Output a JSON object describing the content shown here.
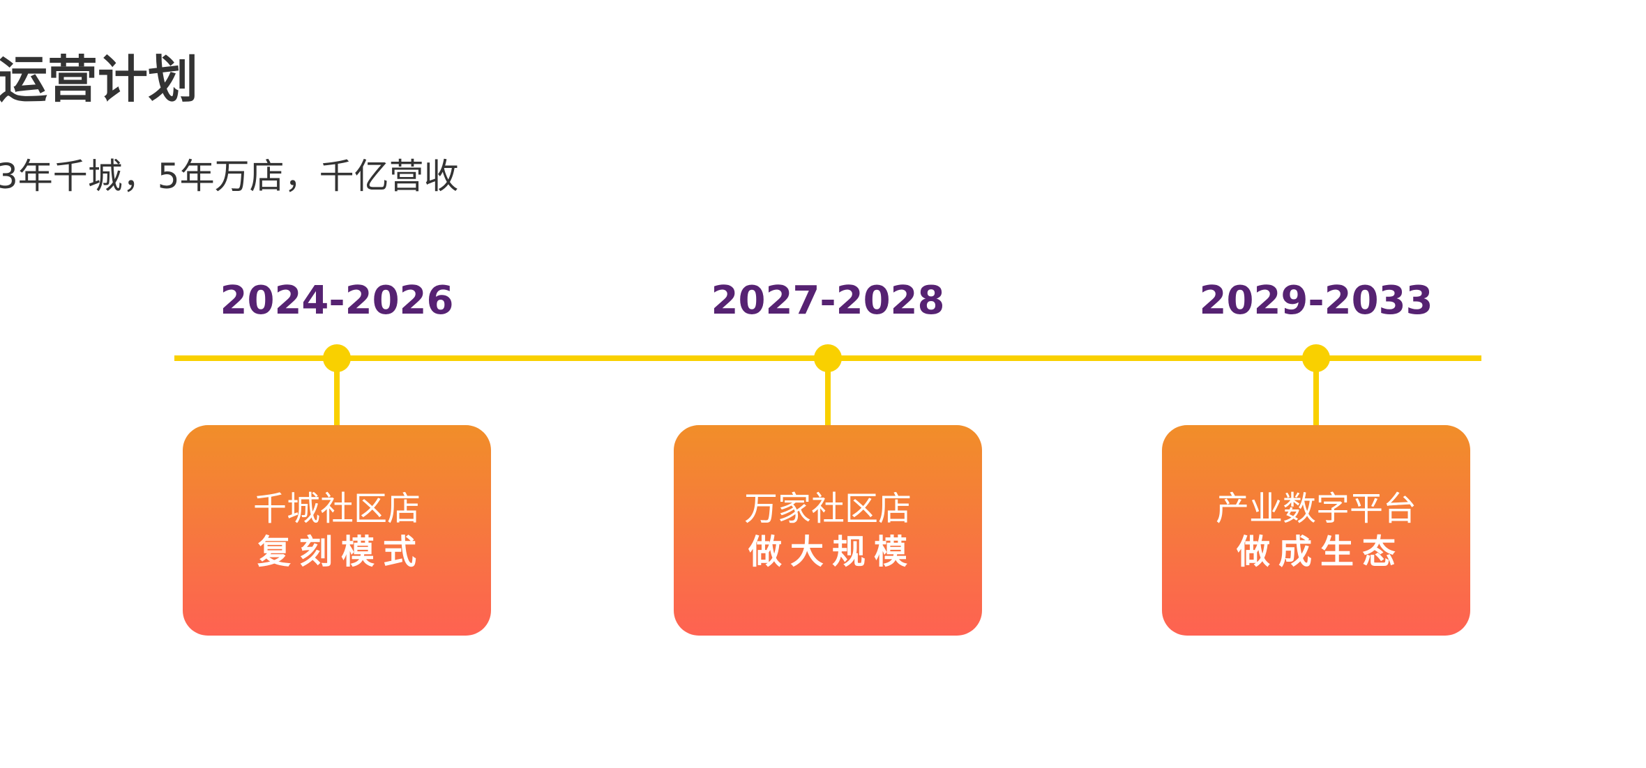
{
  "title": "运营计划",
  "subtitle": "3年千城，5年万店，千亿营收",
  "colors": {
    "timeline": "#f9d000",
    "year_text": "#562272",
    "card_top": "#f18e29",
    "card_bottom": "#fe6252",
    "heading_text": "#333333"
  },
  "stages": [
    {
      "years": "2024-2026",
      "line1": "千城社区店",
      "line2": "复刻模式"
    },
    {
      "years": "2027-2028",
      "line1": "万家社区店",
      "line2": "做大规模"
    },
    {
      "years": "2029-2033",
      "line1": "产业数字平台",
      "line2": "做成生态"
    }
  ]
}
